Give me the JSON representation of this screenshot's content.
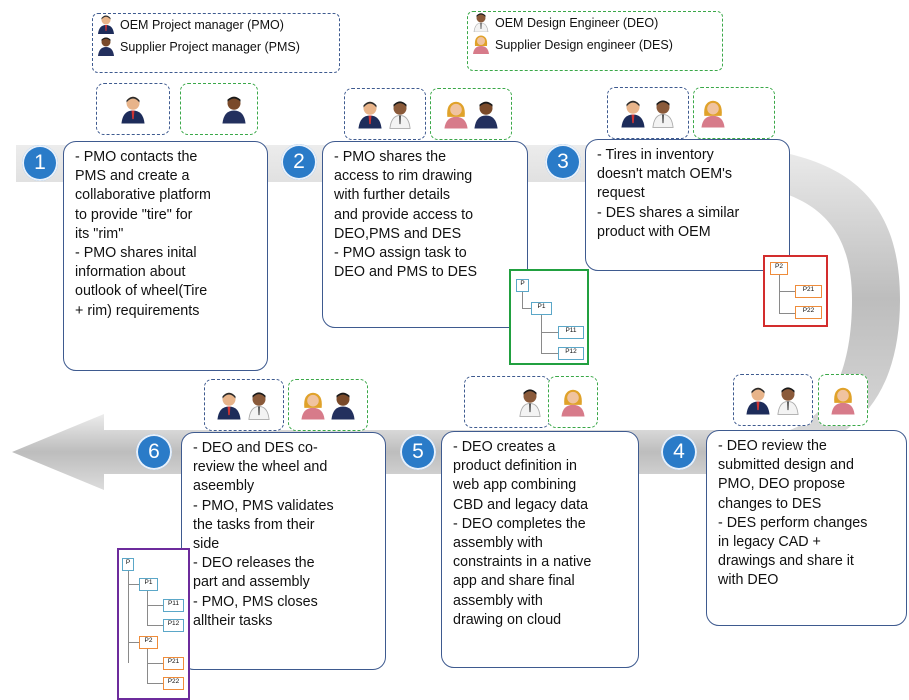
{
  "legend_left": {
    "items": [
      {
        "label": "OEM Project manager (PMO)",
        "icon": "pmo-person-icon"
      },
      {
        "label": "Supplier Project manager (PMS)",
        "icon": "pms-person-icon"
      }
    ]
  },
  "legend_right": {
    "items": [
      {
        "label": "OEM Design Engineer (DEO)",
        "icon": "deo-person-icon"
      },
      {
        "label": "Supplier Design engineer (DES)",
        "icon": "des-person-icon"
      }
    ]
  },
  "steps": [
    {
      "number": "1",
      "lines": [
        "- PMO contacts the",
        "PMS and create a",
        "collaborative platform",
        "to provide \"tire\" for",
        "its \"rim\"",
        "- PMO shares inital",
        "information about",
        "outlook of wheel(Tire",
        "+ rim) requirements"
      ]
    },
    {
      "number": "2",
      "lines": [
        "- PMO shares the",
        "access to rim drawing",
        "with further details",
        "and provide access to",
        "DEO,PMS and DES",
        "- PMO assign task to",
        "DEO and PMS to DES"
      ]
    },
    {
      "number": "3",
      "lines": [
        "- Tires in inventory",
        "doesn't match OEM's",
        "request",
        "- DES shares a similar",
        "product with OEM"
      ]
    },
    {
      "number": "4",
      "lines": [
        "- DEO review the",
        "submitted design and",
        "PMO, DEO propose",
        "changes to DES",
        "- DES perform changes",
        "in legacy CAD +",
        "drawings and share it",
        "with DEO"
      ]
    },
    {
      "number": "5",
      "lines": [
        "- DEO creates a",
        "product definition in",
        "web app combining",
        "CBD and legacy data",
        "- DEO completes the",
        "assembly with",
        "constraints in a native",
        "app and share final",
        "assembly with",
        "drawing on cloud"
      ]
    },
    {
      "number": "6",
      "lines": [
        "- DEO and DES co-",
        "review the wheel and",
        "aseembly",
        "- PMO, PMS validates",
        "the tasks from their",
        "side",
        "- DEO releases the",
        "part and assembly",
        "- PMO, PMS closes",
        "alltheir tasks"
      ]
    }
  ],
  "trees": {
    "tree_a": [
      "P",
      "P1",
      "P11",
      "P12"
    ],
    "tree_b": [
      "P2",
      "P21",
      "P22"
    ],
    "tree_c": [
      "P",
      "P1",
      "P11",
      "P12",
      "P2",
      "P21",
      "P22"
    ]
  },
  "colors": {
    "step_circle": "#2a7bc8",
    "card_border": "#3e5a8f",
    "oem_border": "#3e5a8f",
    "supplier_border": "#3aa848",
    "tree_green": "#21a040",
    "tree_red": "#d32d2d",
    "tree_purple": "#6c2b9c",
    "arrow_gray": "#c4c4c4"
  }
}
